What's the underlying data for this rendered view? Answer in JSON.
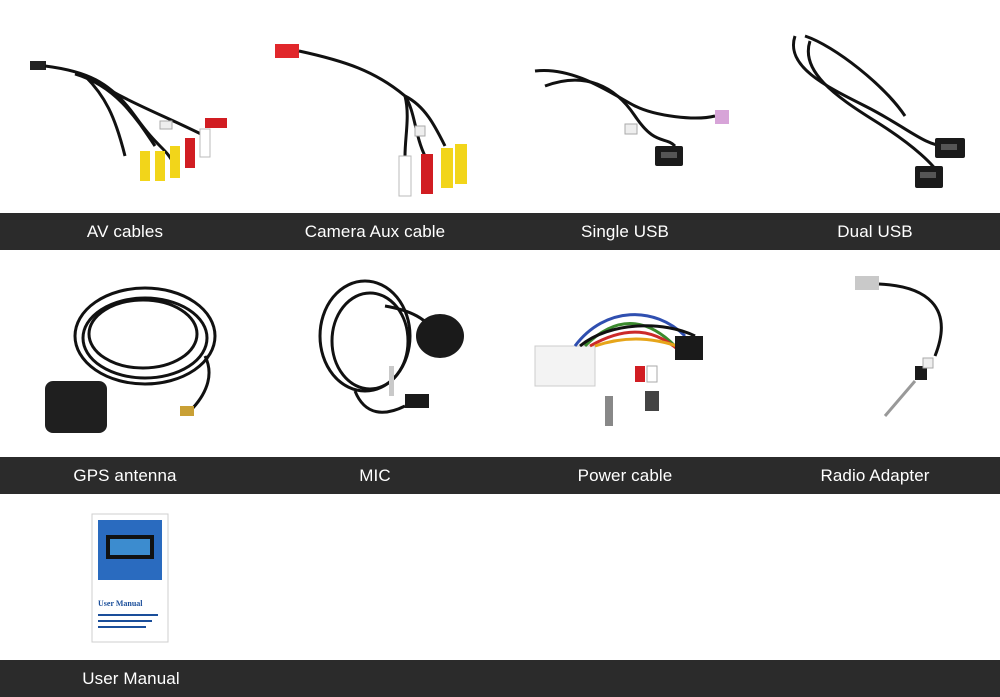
{
  "rows": [
    {
      "items": [
        {
          "label": "AV cables",
          "icon": "av-cables-icon"
        },
        {
          "label": "Camera Aux cable",
          "icon": "camera-aux-cable-icon"
        },
        {
          "label": "Single USB",
          "icon": "single-usb-icon"
        },
        {
          "label": "Dual USB",
          "icon": "dual-usb-icon"
        }
      ]
    },
    {
      "items": [
        {
          "label": "GPS antenna",
          "icon": "gps-antenna-icon"
        },
        {
          "label": "MIC",
          "icon": "mic-icon"
        },
        {
          "label": "Power cable",
          "icon": "power-cable-icon"
        },
        {
          "label": "Radio Adapter",
          "icon": "radio-adapter-icon"
        }
      ]
    },
    {
      "items": [
        {
          "label": "User Manual",
          "icon": "user-manual-icon",
          "cover_title": "User Manual"
        }
      ]
    }
  ],
  "colors": {
    "bar": "#2b2b2b",
    "label_text": "#ffffff",
    "background": "#ffffff"
  }
}
